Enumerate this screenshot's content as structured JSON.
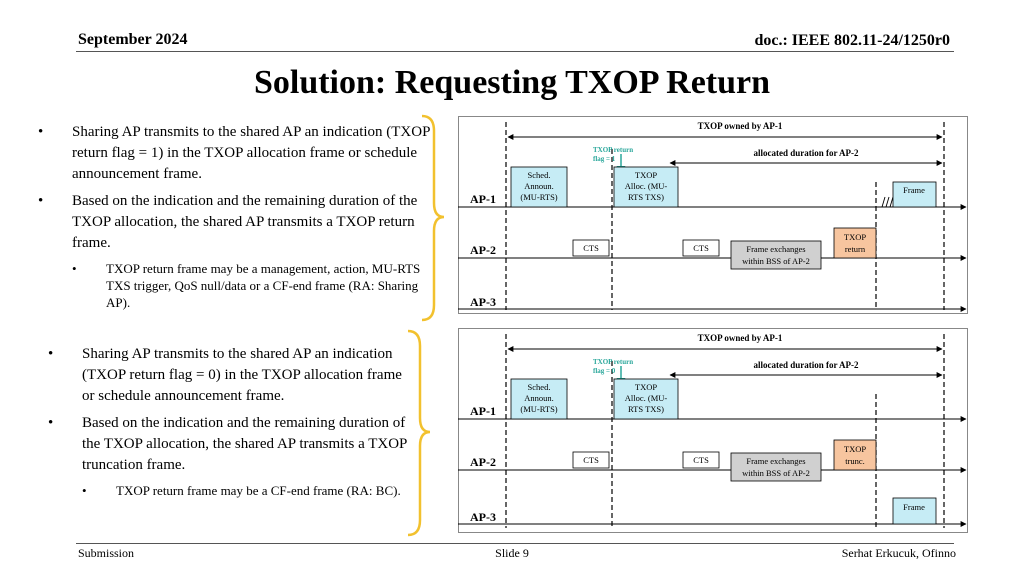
{
  "header": {
    "date": "September 2024",
    "doc": "doc.: IEEE 802.11-24/1250r0"
  },
  "title": "Solution: Requesting TXOP Return",
  "section1": {
    "bullets": [
      "Sharing AP transmits to the shared AP an indication (TXOP return flag = 1) in the TXOP allocation frame or schedule announcement frame.",
      "Based on the indication and the remaining duration of the TXOP allocation, the shared AP transmits a TXOP return frame."
    ],
    "sub_bullet": "TXOP return frame may be a management, action, MU-RTS TXS trigger, QoS null/data or a CF-end frame (RA: Sharing AP)."
  },
  "section2": {
    "bullets": [
      "Sharing AP transmits to the shared AP an indication (TXOP return flag = 0) in the TXOP allocation frame or schedule announcement frame.",
      "Based on the indication and the remaining duration of the TXOP allocation, the shared AP transmits a TXOP truncation frame."
    ],
    "sub_bullet": "TXOP return frame may be a CF-end frame (RA: BC)."
  },
  "diagram1": {
    "txop_owned": "TXOP owned by AP-1",
    "allocated": "allocated duration  for AP-2",
    "flag_line1": "TXOP return",
    "flag_line2": "flag = 1",
    "rows": [
      "AP-1",
      "AP-2",
      "AP-3"
    ],
    "sched": [
      "Sched.",
      "Announ.",
      "(MU-RTS)"
    ],
    "alloc": [
      "TXOP",
      "Alloc. (MU-",
      "RTS TXS)"
    ],
    "frame": "Frame",
    "cts": "CTS",
    "exchanges": [
      "Frame exchanges",
      "within BSS of AP-2"
    ],
    "end_frame": [
      "TXOP",
      "return"
    ]
  },
  "diagram2": {
    "txop_owned": "TXOP owned by AP-1",
    "allocated": "allocated duration  for AP-2",
    "flag_line1": "TXOP return",
    "flag_line2": "flag = 0",
    "rows": [
      "AP-1",
      "AP-2",
      "AP-3"
    ],
    "sched": [
      "Sched.",
      "Announ.",
      "(MU-RTS)"
    ],
    "alloc": [
      "TXOP",
      "Alloc. (MU-",
      "RTS TXS)"
    ],
    "frame": "Frame",
    "cts": "CTS",
    "exchanges": [
      "Frame exchanges",
      "within BSS of AP-2"
    ],
    "end_frame": [
      "TXOP",
      "trunc."
    ]
  },
  "footer": {
    "left": "Submission",
    "center": "Slide 9",
    "right": "Serhat Erkucuk, Ofinno"
  },
  "colors": {
    "frame_fill": "#c6ecf5",
    "txop_fill": "#f7c59f",
    "exchange_fill": "#d0d0d0",
    "arrow_teal": "#2aa79b",
    "flag_text": "#2aa79b",
    "brace": "#f2c12e"
  }
}
